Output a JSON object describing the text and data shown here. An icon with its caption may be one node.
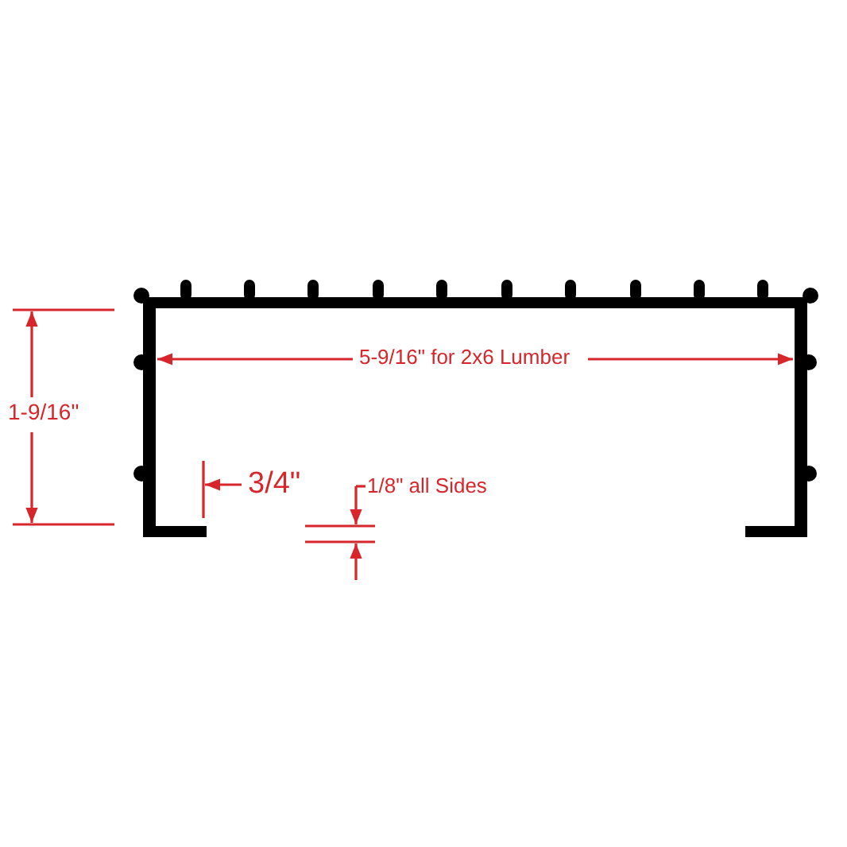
{
  "diagram": {
    "labels": [
      "1-9/16\"",
      "5-9/16\" for 2x6 Lumber",
      "3/4\"",
      "1/8\" all Sides"
    ]
  }
}
